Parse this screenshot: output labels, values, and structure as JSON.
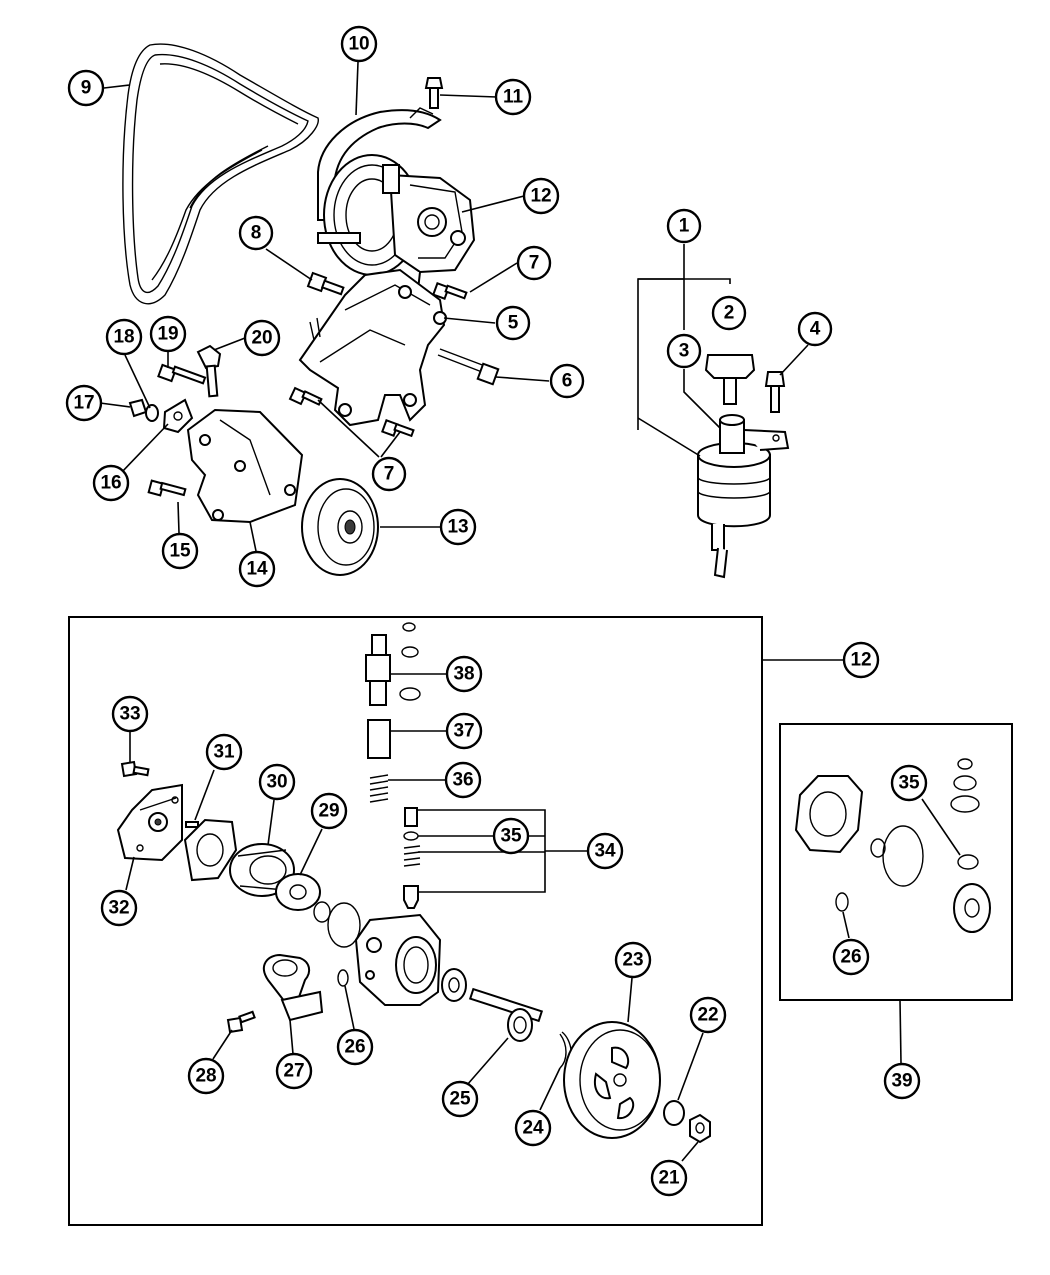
{
  "callouts": {
    "c1": "1",
    "c2": "2",
    "c3": "3",
    "c4": "4",
    "c5": "5",
    "c6": "6",
    "c7a": "7",
    "c7b": "7",
    "c8": "8",
    "c9": "9",
    "c10": "10",
    "c11": "11",
    "c12a": "12",
    "c12b": "12",
    "c13": "13",
    "c14": "14",
    "c15": "15",
    "c16": "16",
    "c17": "17",
    "c18": "18",
    "c19": "19",
    "c20": "20",
    "c21": "21",
    "c22": "22",
    "c23": "23",
    "c24": "24",
    "c25": "25",
    "c26a": "26",
    "c26b": "26",
    "c27": "27",
    "c28": "28",
    "c29": "29",
    "c30": "30",
    "c31": "31",
    "c32": "32",
    "c33": "33",
    "c34": "34",
    "c35a": "35",
    "c35b": "35",
    "c36": "36",
    "c37": "37",
    "c38": "38",
    "c39": "39"
  }
}
